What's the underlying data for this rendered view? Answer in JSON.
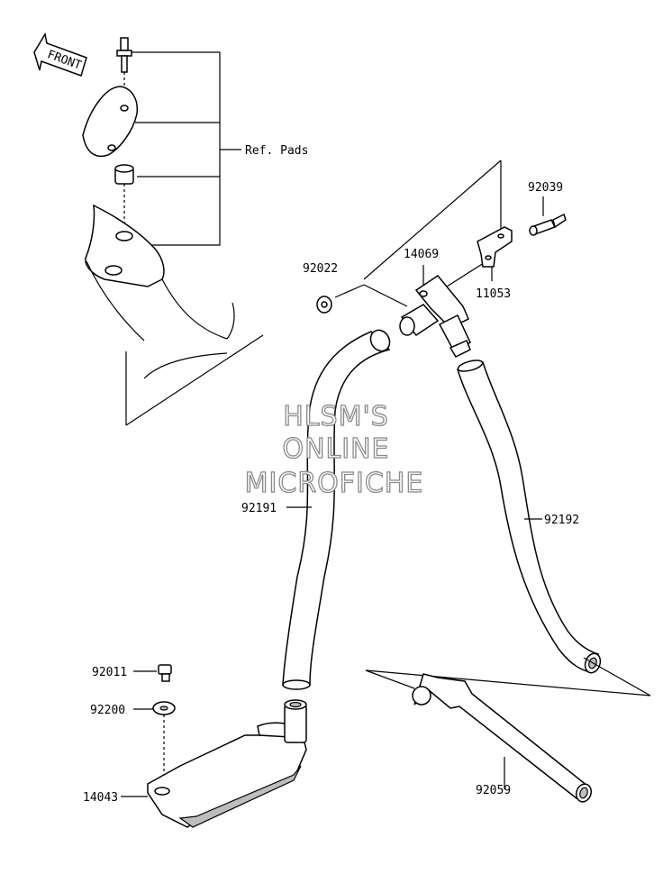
{
  "watermark": {
    "line1": "HLSM'S",
    "line2": "ONLINE",
    "line3": "MICROFICHE"
  },
  "front_arrow": {
    "label": "FRONT"
  },
  "callouts": {
    "ref_pads": "Ref. Pads",
    "p92039": "92039",
    "p14069": "14069",
    "p92022": "92022",
    "p11053": "11053",
    "p92191": "92191",
    "p92192": "92192",
    "p92011": "92011",
    "p92200": "92200",
    "p14043": "14043",
    "p92059": "92059"
  }
}
